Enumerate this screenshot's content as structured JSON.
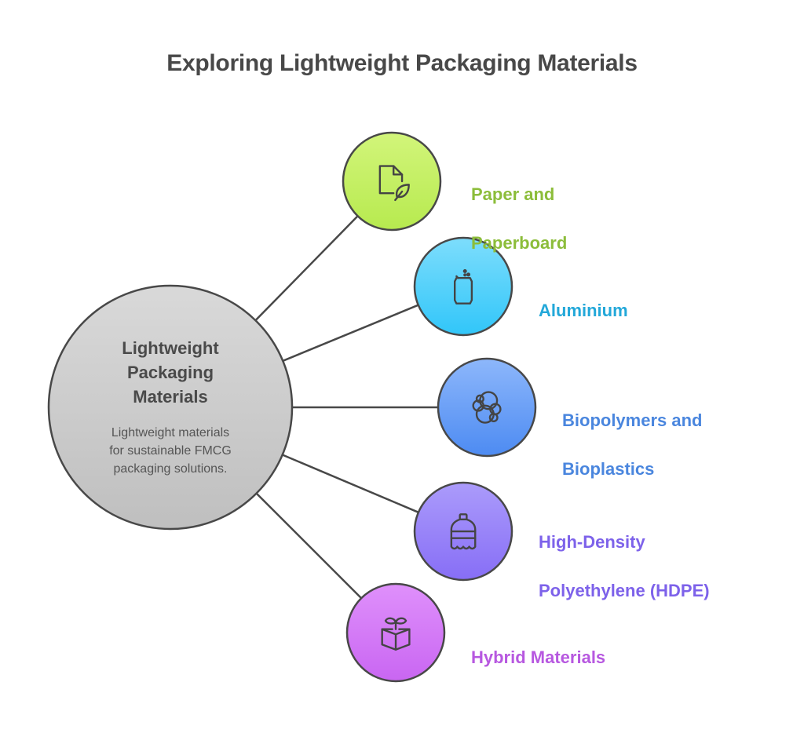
{
  "title": "Exploring Lightweight Packaging Materials",
  "center": {
    "title": "Lightweight\nPackaging\nMaterials",
    "title_lines": [
      "Lightweight",
      "Packaging",
      "Materials"
    ],
    "description_lines": [
      "Lightweight materials",
      "for sustainable FMCG",
      "packaging solutions."
    ],
    "fill_top": "#d9d9d9",
    "fill_bottom": "#bfbfbf"
  },
  "stroke_color": "#484848",
  "branches": [
    {
      "id": "paper",
      "label_lines": [
        "Paper and",
        "Paperboard"
      ],
      "icon": "document-leaf-icon",
      "text_color": "#8cbd3a",
      "fill_top": "#d2f57a",
      "fill_bottom": "#b7ea4f"
    },
    {
      "id": "aluminium",
      "label_lines": [
        "Aluminium"
      ],
      "icon": "soda-can-icon",
      "text_color": "#23a8d9",
      "fill_top": "#7dddfc",
      "fill_bottom": "#31c6f9"
    },
    {
      "id": "biopolymers",
      "label_lines": [
        "Biopolymers and",
        "Bioplastics"
      ],
      "icon": "cells-cluster-icon",
      "text_color": "#4a86de",
      "fill_top": "#8db7fb",
      "fill_bottom": "#4d8bf2"
    },
    {
      "id": "hdpe",
      "label_lines": [
        "High-Density",
        "Polyethylene (HDPE)"
      ],
      "icon": "plastic-bottle-icon",
      "text_color": "#7d62ea",
      "fill_top": "#ab9bfb",
      "fill_bottom": "#876ef6"
    },
    {
      "id": "hybrid",
      "label_lines": [
        "Hybrid Materials"
      ],
      "icon": "sprout-box-icon",
      "text_color": "#b758e0",
      "fill_top": "#df90fb",
      "fill_bottom": "#c966f2"
    }
  ]
}
